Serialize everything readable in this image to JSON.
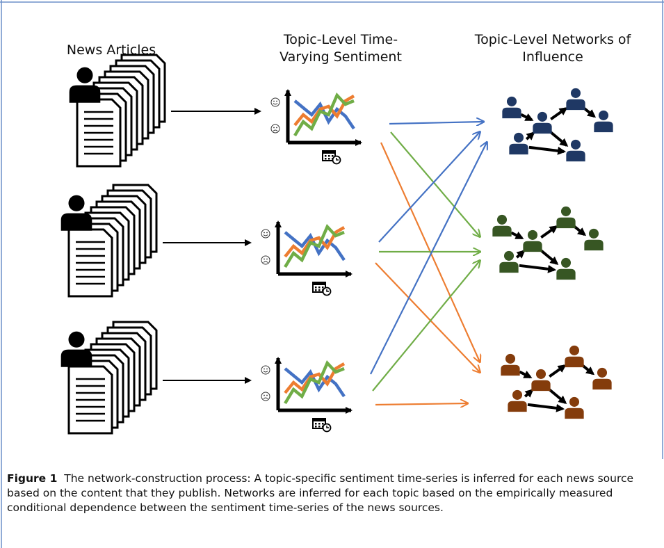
{
  "headers": {
    "articles": "News Articles",
    "sentiment_line1": "Topic-Level Time-",
    "sentiment_line2": "Varying Sentiment",
    "networks_line1": "Topic-Level Networks of",
    "networks_line2": "Influence"
  },
  "caption": {
    "label": "Figure 1",
    "text": "The network-construction process: A topic-specific sentiment time-series is inferred for each news source based on the content that they publish. Networks are inferred for each topic based on the empirically measured conditional dependence between the sentiment time-series of the news sources."
  },
  "colors": {
    "blue": "#4472c4",
    "green": "#70ad47",
    "orange": "#ed7d31",
    "network_blue": "#1f3864",
    "network_green": "#375623",
    "network_brown": "#843c0c",
    "frame": "#6b8fc9"
  },
  "icons": [
    "person-icon",
    "document-stack-icon",
    "smiley-icon",
    "frown-icon",
    "calendar-clock-icon"
  ]
}
